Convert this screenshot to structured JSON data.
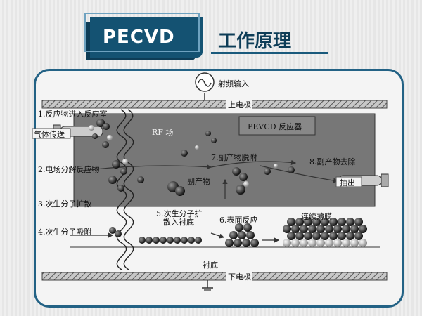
{
  "title": {
    "main": "PECVD",
    "sub": "工作原理"
  },
  "diagram": {
    "rf_input": "射频输入",
    "upper_electrode": "上电极",
    "lower_electrode": "下电极",
    "substrate": "衬底",
    "reactor": "PEVCD 反应器",
    "rf_field": "RF 场",
    "gas_feed": "气体传送",
    "exhaust": "抽出",
    "byproduct": "副产物",
    "steps": {
      "s1": "1.反应物进入反应室",
      "s2": "2.电场分解反应物",
      "s3": "3.次生分子扩散",
      "s4": "4.次生分子吸附",
      "s5a": "5.次生分子扩",
      "s5b": "散入衬底",
      "s6": "6.表面反应",
      "s7": "7.副产物脱附",
      "s8": "8.副产物去除"
    },
    "film": "连续薄膜"
  },
  "colors": {
    "brand": "#145272",
    "frame": "#236285"
  }
}
